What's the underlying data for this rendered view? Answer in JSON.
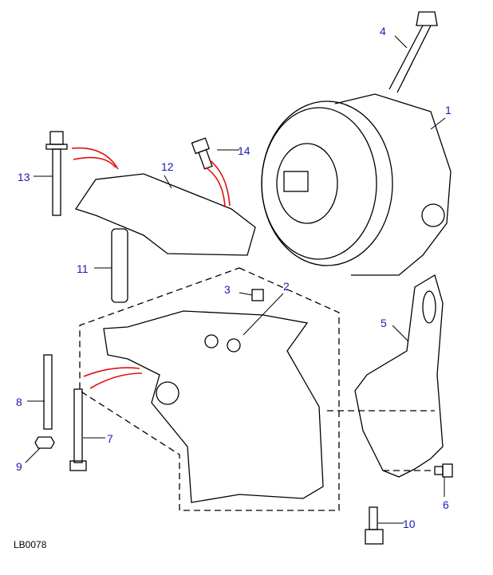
{
  "diagram_code": "LB0078",
  "colors": {
    "label": "#1a1ab8",
    "line": "#000000",
    "highlight": "#e01010"
  },
  "callouts": [
    {
      "number": "1",
      "part": "pump-pulley"
    },
    {
      "number": "2",
      "part": "mounting-bracket-assembly"
    },
    {
      "number": "3",
      "part": "dowel"
    },
    {
      "number": "4",
      "part": "long-bolt"
    },
    {
      "number": "5",
      "part": "support-plate"
    },
    {
      "number": "6",
      "part": "small-bolt"
    },
    {
      "number": "7",
      "part": "bolt"
    },
    {
      "number": "8",
      "part": "stud"
    },
    {
      "number": "9",
      "part": "nut"
    },
    {
      "number": "10",
      "part": "bolt"
    },
    {
      "number": "11",
      "part": "spacer"
    },
    {
      "number": "12",
      "part": "heat-shield"
    },
    {
      "number": "13",
      "part": "bolt"
    },
    {
      "number": "14",
      "part": "bolt"
    }
  ]
}
